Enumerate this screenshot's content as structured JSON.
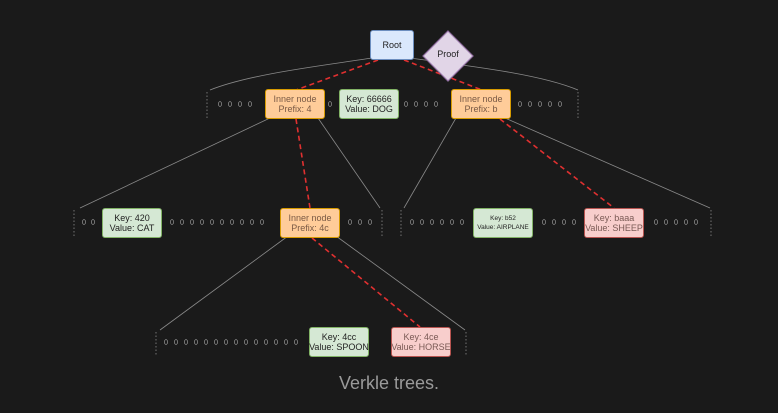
{
  "diagram": {
    "root": {
      "label": "Root"
    },
    "proof": {
      "label": "Proof"
    },
    "nodes": {
      "inner_4": {
        "line1": "Inner node",
        "line2": "Prefix: 4"
      },
      "leaf_66666": {
        "line1": "Key: 66666",
        "line2": "Value: DOG"
      },
      "inner_b": {
        "line1": "Inner node",
        "line2": "Prefix: b"
      },
      "leaf_420": {
        "line1": "Key: 420",
        "line2": "Value: CAT"
      },
      "inner_4c": {
        "line1": "Inner node",
        "line2": "Prefix: 4c"
      },
      "leaf_b52": {
        "line1": "Key: b52",
        "line2": "Value: AIRPLANE"
      },
      "leaf_baaa": {
        "line1": "Key: baaa",
        "line2": "Value: SHEEP"
      },
      "leaf_4cc": {
        "line1": "Key: 4cc",
        "line2": "Value: SPOON"
      },
      "leaf_4ce": {
        "line1": "Key: 4ce",
        "line2": "Value: HORSE"
      }
    },
    "colors": {
      "proof_path": "#e03030",
      "connector": "#8a8a8a",
      "background": "#1a1a1a",
      "root_fill": "#dae8fc",
      "inner_fill": "#ffcc99",
      "highlight_fill": "#f8cecc",
      "leaf_fill": "#d5e8d4",
      "proof_fill": "#e1d5e7"
    }
  },
  "caption": "Verkle trees."
}
